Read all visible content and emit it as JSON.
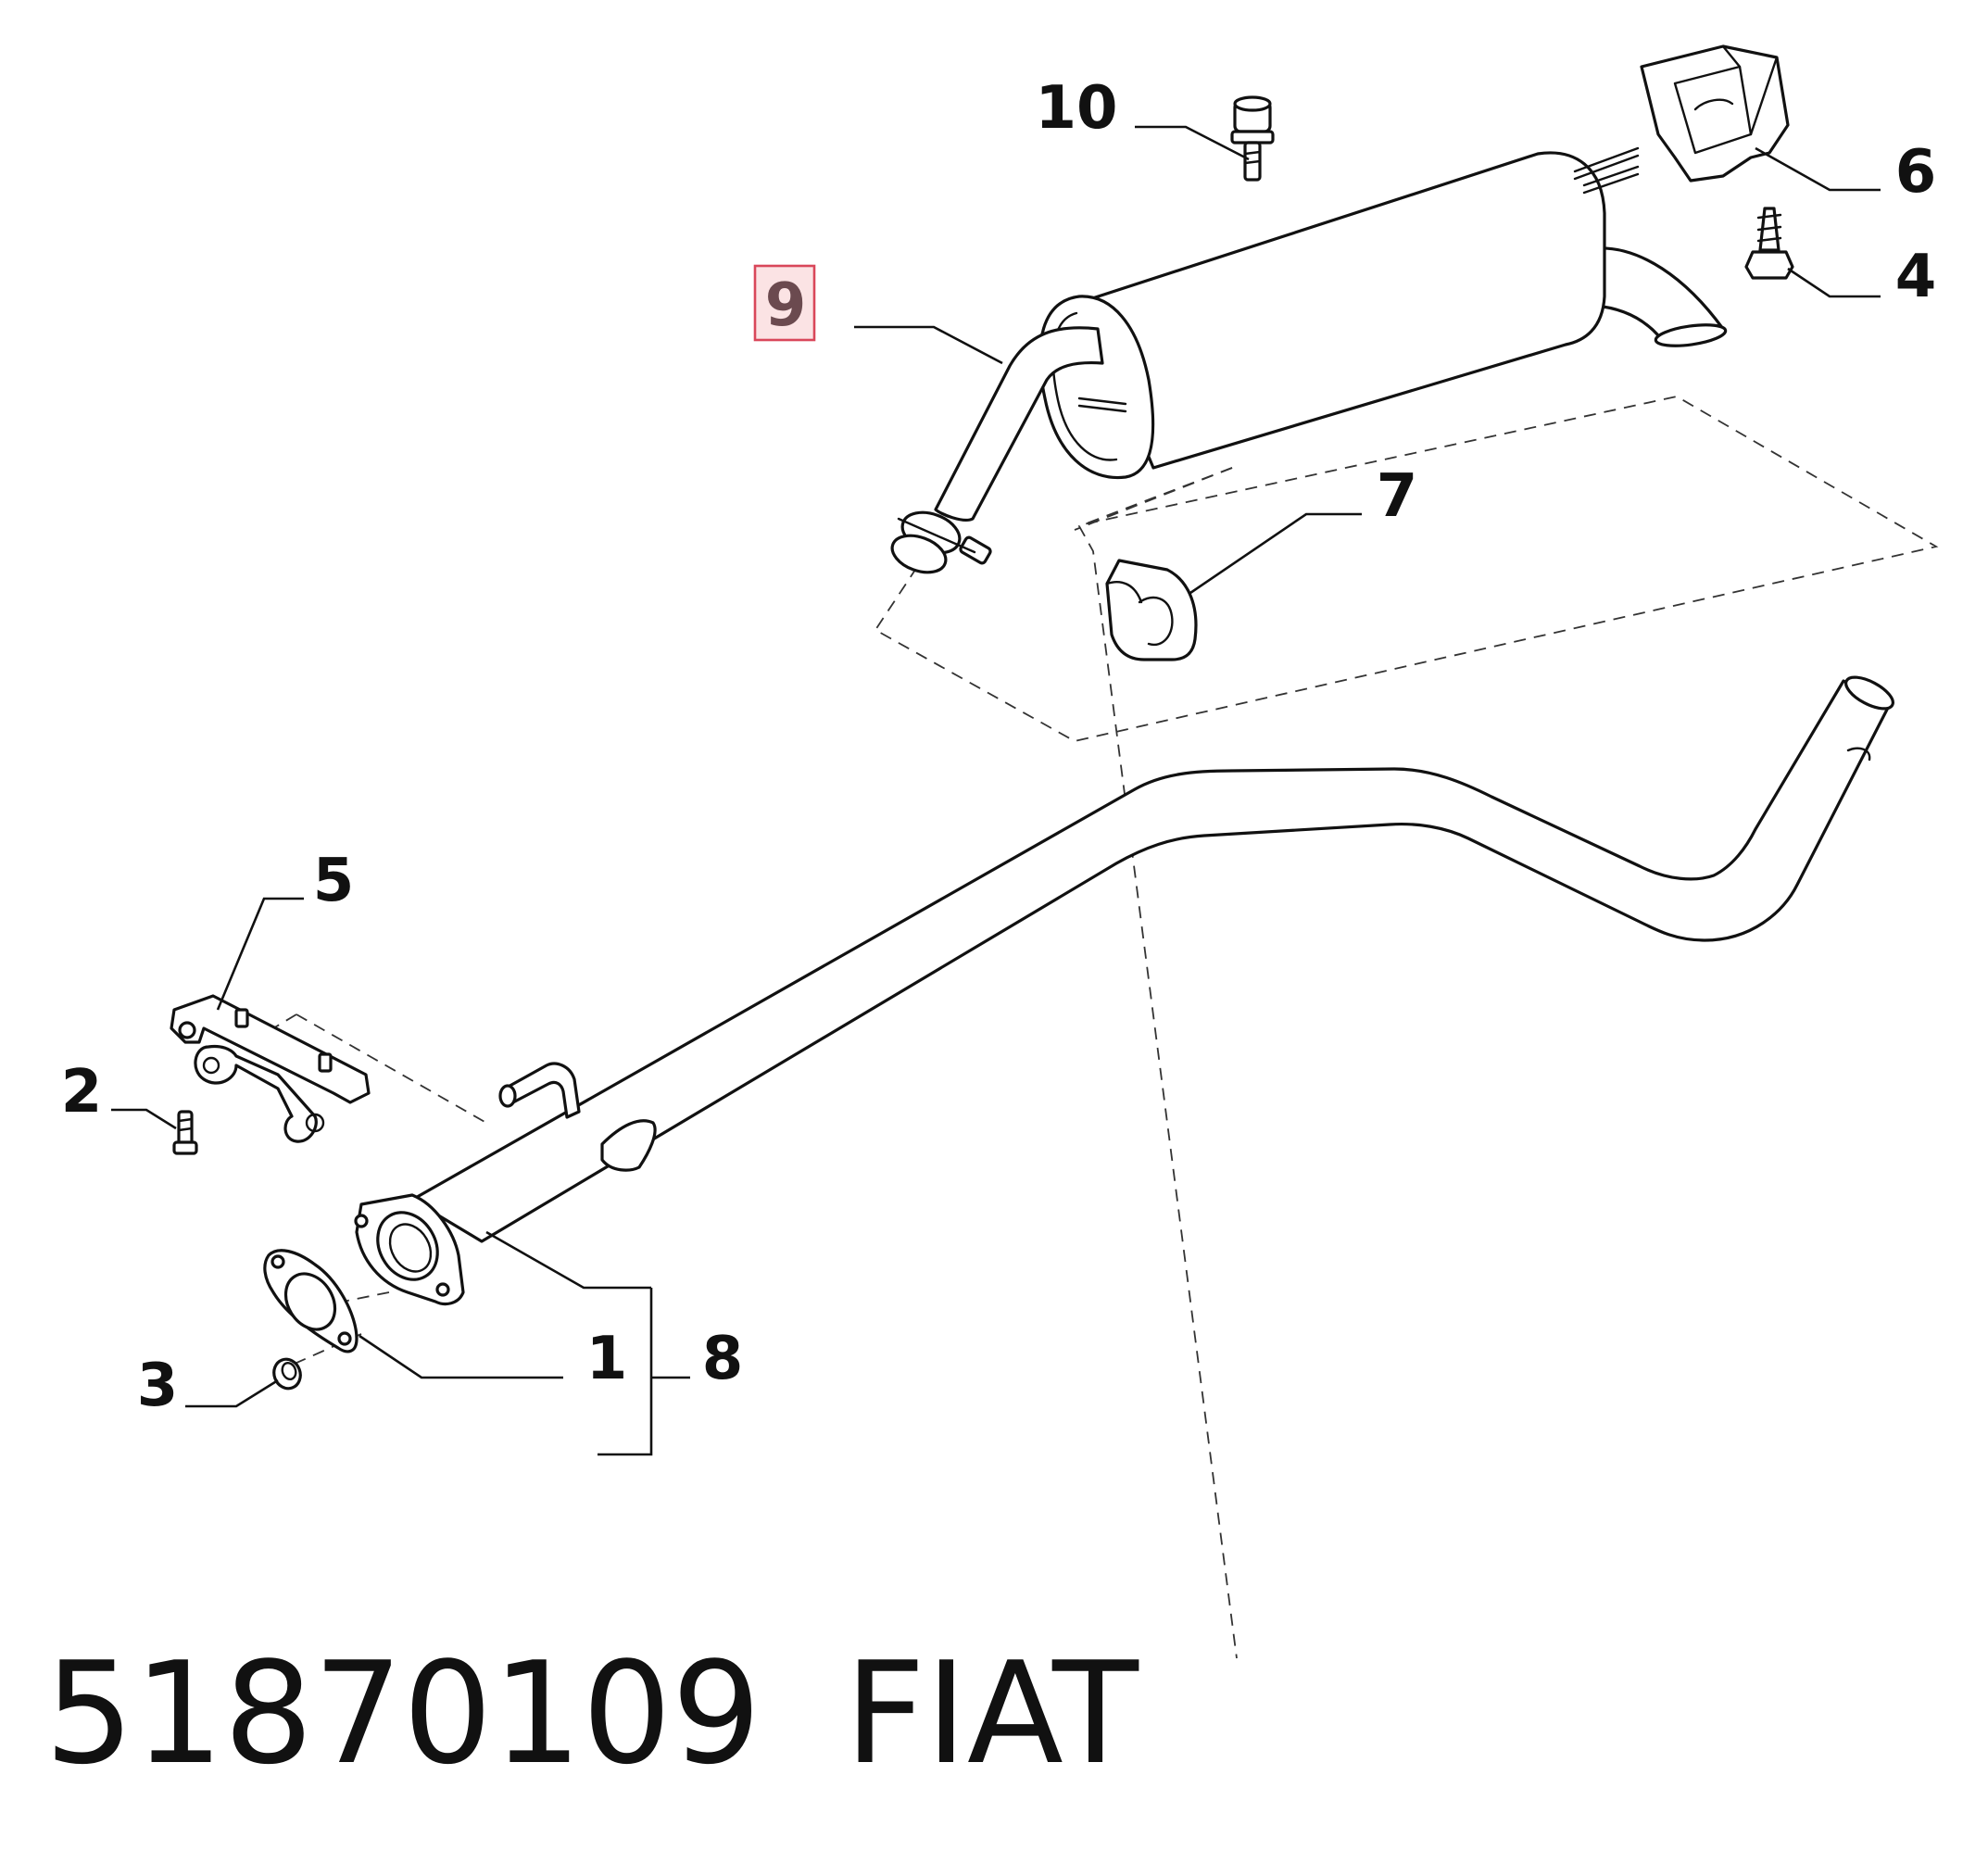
{
  "callouts": {
    "c1": "1",
    "c2": "2",
    "c3": "3",
    "c4": "4",
    "c5": "5",
    "c6": "6",
    "c7": "7",
    "c8": "8",
    "c9": "9",
    "c10": "10"
  },
  "highlighted_callout": "9",
  "footer": {
    "part_number": "51870109",
    "brand": "FIAT"
  },
  "colors": {
    "highlight_fill": "#fbe3e4",
    "highlight_border": "#d9475a",
    "highlight_text": "#6b4a4f",
    "line": "#111111"
  }
}
